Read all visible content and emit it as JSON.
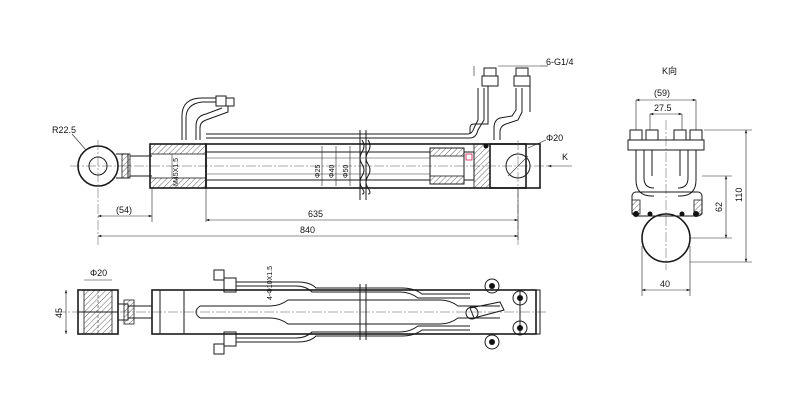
{
  "labels": {
    "r22_5": "R22.5",
    "port_spec": "6-G1/4",
    "d20_right": "Φ20",
    "k_arrow": "K",
    "d25": "Φ25",
    "d40": "Φ40",
    "d50": "Φ50",
    "thread": "M45X1.5",
    "dim_54": "(54)",
    "dim_635": "635",
    "dim_840": "840",
    "d20_bottom": "Φ20",
    "dim_45": "45",
    "holes": "4-Φ10X1.5",
    "view_title": "K向",
    "dim_59": "(59)",
    "dim_27_5": "27.5",
    "dim_62": "62",
    "dim_110": "110",
    "dim_40": "40"
  }
}
